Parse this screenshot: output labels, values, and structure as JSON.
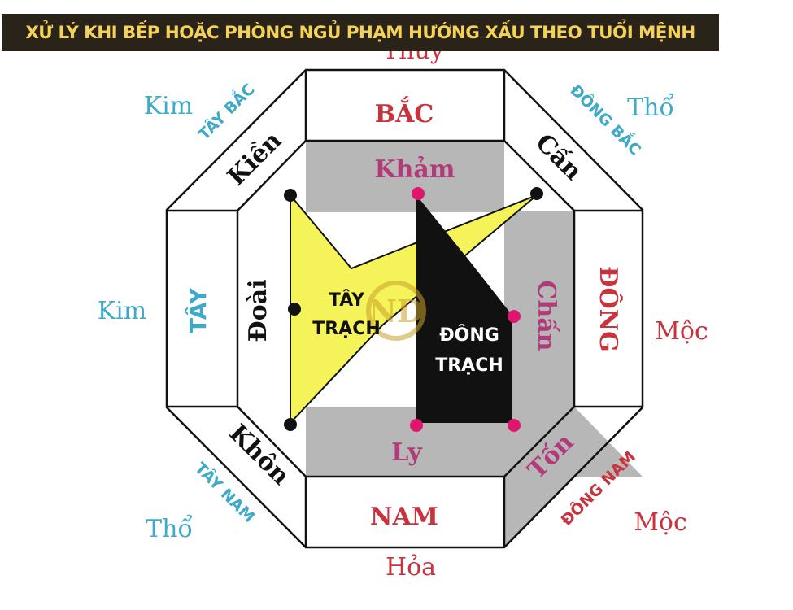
{
  "banner": {
    "title": "XỬ LÝ KHI BẾP HOẶC PHÒNG NGỦ PHẠM HƯỚNG XẤU THEO TUỔI MỆNH"
  },
  "colors": {
    "banner_bg": "#2a231a",
    "banner_text": "#f4d25a",
    "direction_red": "#c8333d",
    "element_blue": "#3fa9c8",
    "trigram_black": "#111111",
    "trigram_magenta": "#b23a7a",
    "shaded_gray": "#b7b7b7",
    "tay_trach_fill": "#f4f35a",
    "dong_trach_fill": "#111111"
  },
  "diagram": {
    "directions": {
      "north": "BẮC",
      "south": "NAM",
      "east": "ĐÔNG",
      "west": "TÂY",
      "northwest": "TÂY BẮC",
      "northeast": "ĐÔNG BẮC",
      "southwest": "TÂY NAM",
      "southeast": "ĐÔNG NAM"
    },
    "trigrams": {
      "kham": "Khảm",
      "ly": "Ly",
      "chan": "Chấn",
      "ton": "Tốn",
      "kien": "Kiền",
      "doai": "Đoài",
      "khon": "Khôn",
      "can": "Cấn"
    },
    "elements": {
      "top": "Thủy",
      "bottom": "Hỏa",
      "northwest": "Kim",
      "west": "Kim",
      "southwest": "Thổ",
      "northeast": "Thổ",
      "east": "Mộc",
      "southeast": "Mộc"
    },
    "groups": {
      "tay_trach": [
        "TÂY",
        "TRẠCH"
      ],
      "dong_trach": [
        "ĐÔNG",
        "TRẠCH"
      ]
    },
    "watermark": "ND"
  }
}
